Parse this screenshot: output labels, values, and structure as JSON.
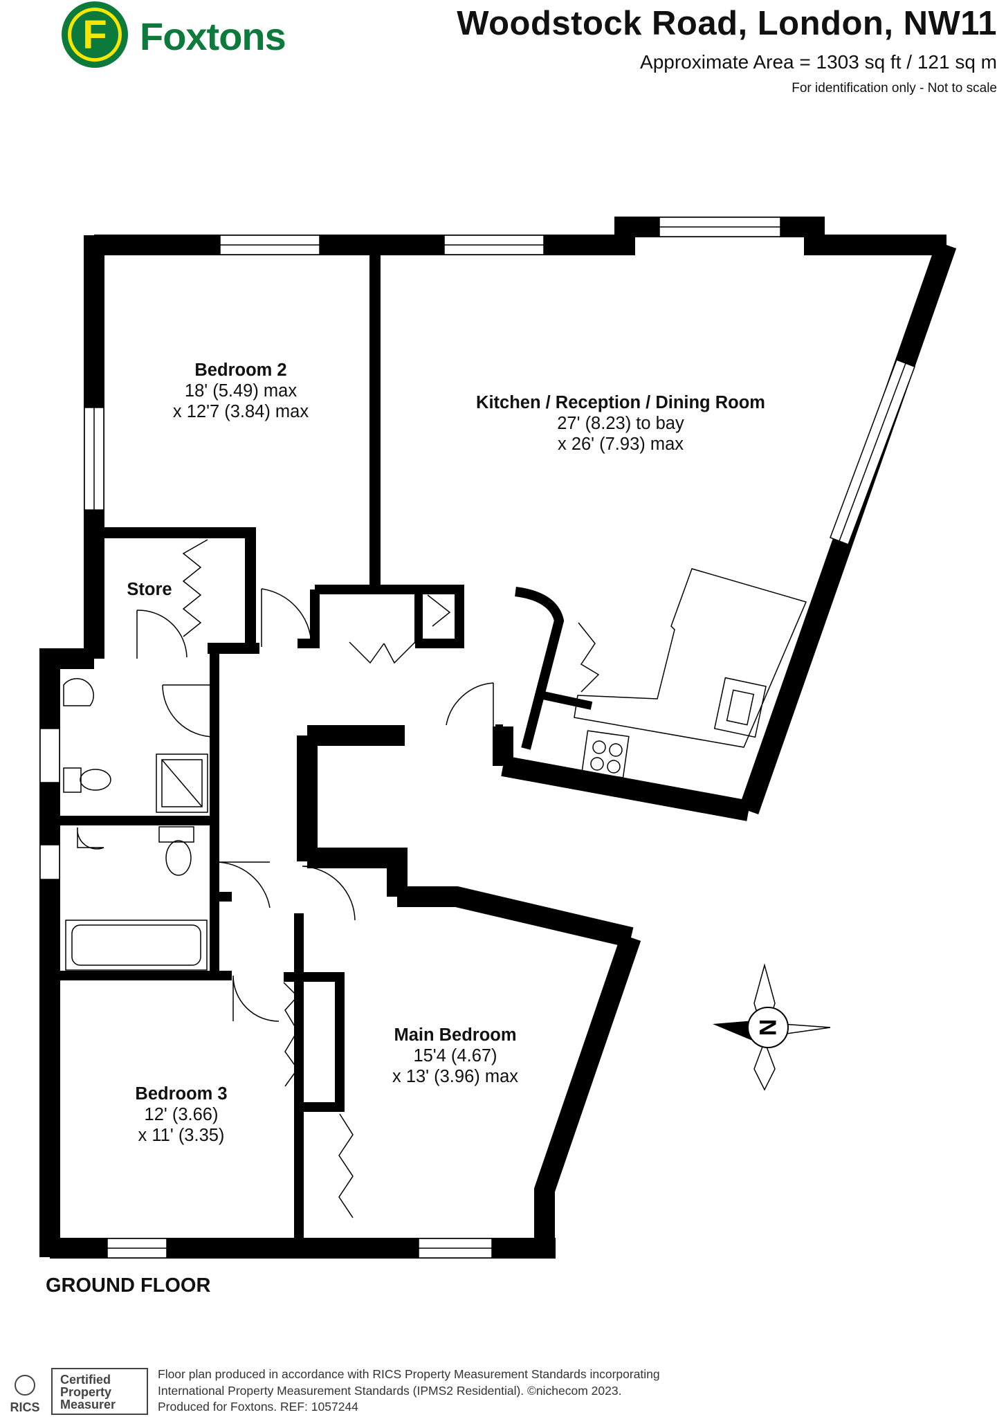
{
  "brand": {
    "name": "Foxtons",
    "logo_letter": "F"
  },
  "header": {
    "title": "Woodstock Road, London, NW11",
    "area": "Approximate Area = 1303 sq ft / 121 sq m",
    "disclaimer": "For identification only - Not to scale"
  },
  "rooms": {
    "bedroom2": {
      "name": "Bedroom 2",
      "line1": "18' (5.49) max",
      "line2": "x 12'7 (3.84) max"
    },
    "kitchen": {
      "name": "Kitchen / Reception / Dining Room",
      "line1": "27' (8.23) to bay",
      "line2": "x 26' (7.93) max"
    },
    "store": {
      "name": "Store"
    },
    "main_bedroom": {
      "name": "Main Bedroom",
      "line1": "15'4 (4.67)",
      "line2": "x 13' (3.96) max"
    },
    "bedroom3": {
      "name": "Bedroom 3",
      "line1": "12' (3.66)",
      "line2": "x 11' (3.35)"
    }
  },
  "compass": {
    "label": "N"
  },
  "floor_label": "GROUND FLOOR",
  "certification": {
    "rics": "RICS",
    "line1": "Certified",
    "line2": "Property",
    "line3": "Measurer"
  },
  "footer": {
    "line1": "Floor plan produced in accordance with RICS Property Measurement Standards incorporating",
    "line2": "International Property Measurement Standards (IPMS2 Residential).  ©nichecom 2023.",
    "line3": "Produced for Foxtons.   REF: 1057244"
  },
  "colors": {
    "wall": "#000000",
    "brand_green": "#0b7a3b",
    "brand_yellow": "#f6e600",
    "window": "#ffffff"
  }
}
